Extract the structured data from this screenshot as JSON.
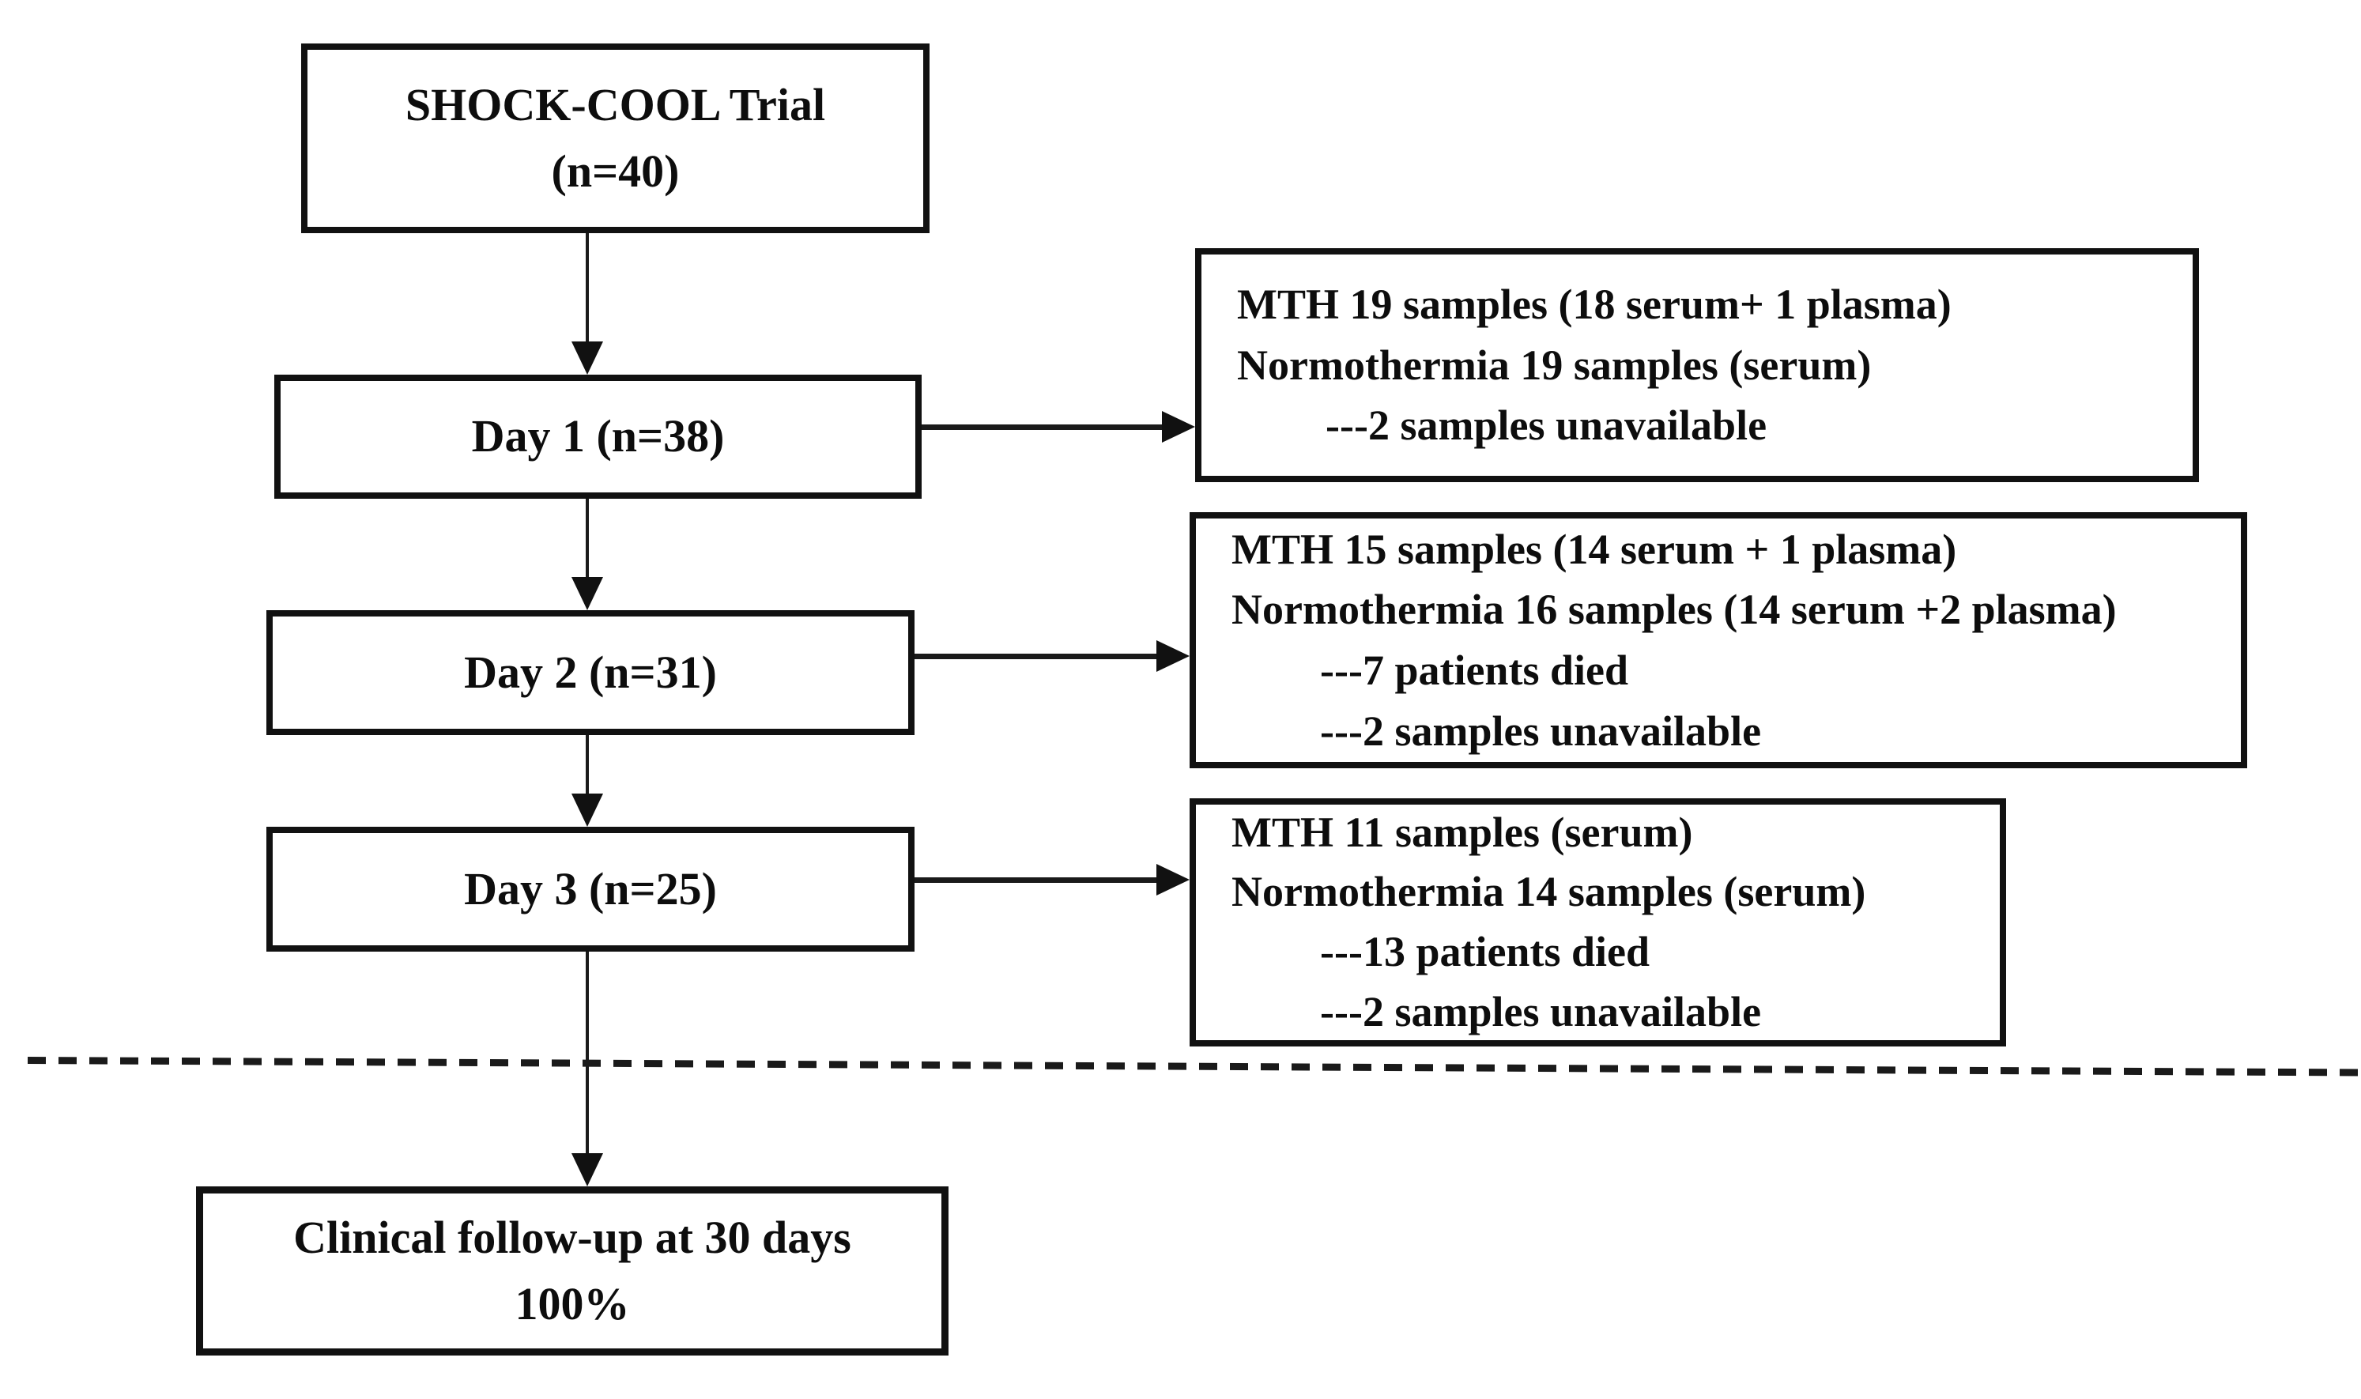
{
  "flowchart": {
    "colors": {
      "ink": "#111111",
      "background": "#ffffff"
    },
    "nodes": {
      "trial": {
        "line1": "SHOCK-COOL Trial",
        "line2": "(n=40)"
      },
      "day1": {
        "label": "Day 1 (n=38)"
      },
      "day2": {
        "label": "Day 2 (n=31)"
      },
      "day3": {
        "label": "Day 3 (n=25)"
      },
      "followup": {
        "line1": "Clinical follow-up at 30 days",
        "line2": "100%"
      }
    },
    "side_notes": {
      "day1": {
        "line1": "MTH 19 samples (18 serum+ 1 plasma)",
        "line2": "Normothermia 19 samples (serum)",
        "line3": "---2 samples unavailable"
      },
      "day2": {
        "line1": "MTH 15 samples (14 serum + 1 plasma)",
        "line2": "Normothermia 16 samples (14 serum +2 plasma)",
        "line3": "---7 patients died",
        "line4": "---2 samples unavailable"
      },
      "day3": {
        "line1": "MTH 11 samples (serum)",
        "line2": "Normothermia 14 samples (serum)",
        "line3": "---13 patients died",
        "line4": "---2 samples unavailable"
      }
    }
  }
}
